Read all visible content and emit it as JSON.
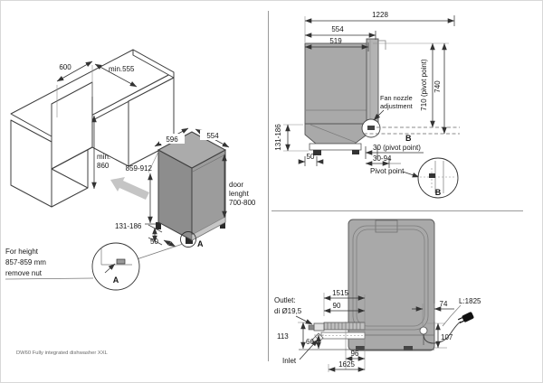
{
  "doc": {
    "footer": "DW60 Fully integrated dishwasher XXL"
  },
  "colors": {
    "machine_gray": "#a9a9a9",
    "dark_face": "#8d8d8d",
    "light_face": "#9c9c9c",
    "line": "#3f3f3f"
  },
  "left_view": {
    "opening_width": "600",
    "counter_depth": "min.555",
    "niche_height_1": "min.",
    "niche_height_2": "860",
    "install_height": "859-912",
    "width": "596",
    "depth": "554",
    "door_1": "door",
    "door_2": "lenght",
    "door_3": "700-800",
    "plinth": "131-186",
    "foot": "50",
    "marker": "A",
    "detail_marker": "A",
    "note_1": "For height",
    "note_2": "857-859 mm",
    "note_3": "remove nut"
  },
  "side_view": {
    "open_depth": "1228",
    "depth_top": "554",
    "depth_inner": "519",
    "pivot_height": "710 (pivot point)",
    "total_height": "740",
    "plinth": "131-186",
    "foot": "50",
    "fan_1": "Fan nozzle",
    "fan_2": "adjustment",
    "pivot_offset": "30 (pivot point)",
    "pivot_range": "30-94",
    "marker": "B",
    "pivot_label": "Pivot point",
    "detail_marker": "B"
  },
  "rear_view": {
    "outlet_hose": "1515",
    "outlet_pos": "90",
    "cord_pos": "74",
    "cord_length": "L:1825",
    "outlet_height": "113",
    "inlet_height": "66",
    "cord_height": "107",
    "hose_gap": "96",
    "inlet_hose": "1625",
    "outlet_1": "Outlet:",
    "outlet_2": "di Ø19,5",
    "inlet_label": "Inlet"
  }
}
